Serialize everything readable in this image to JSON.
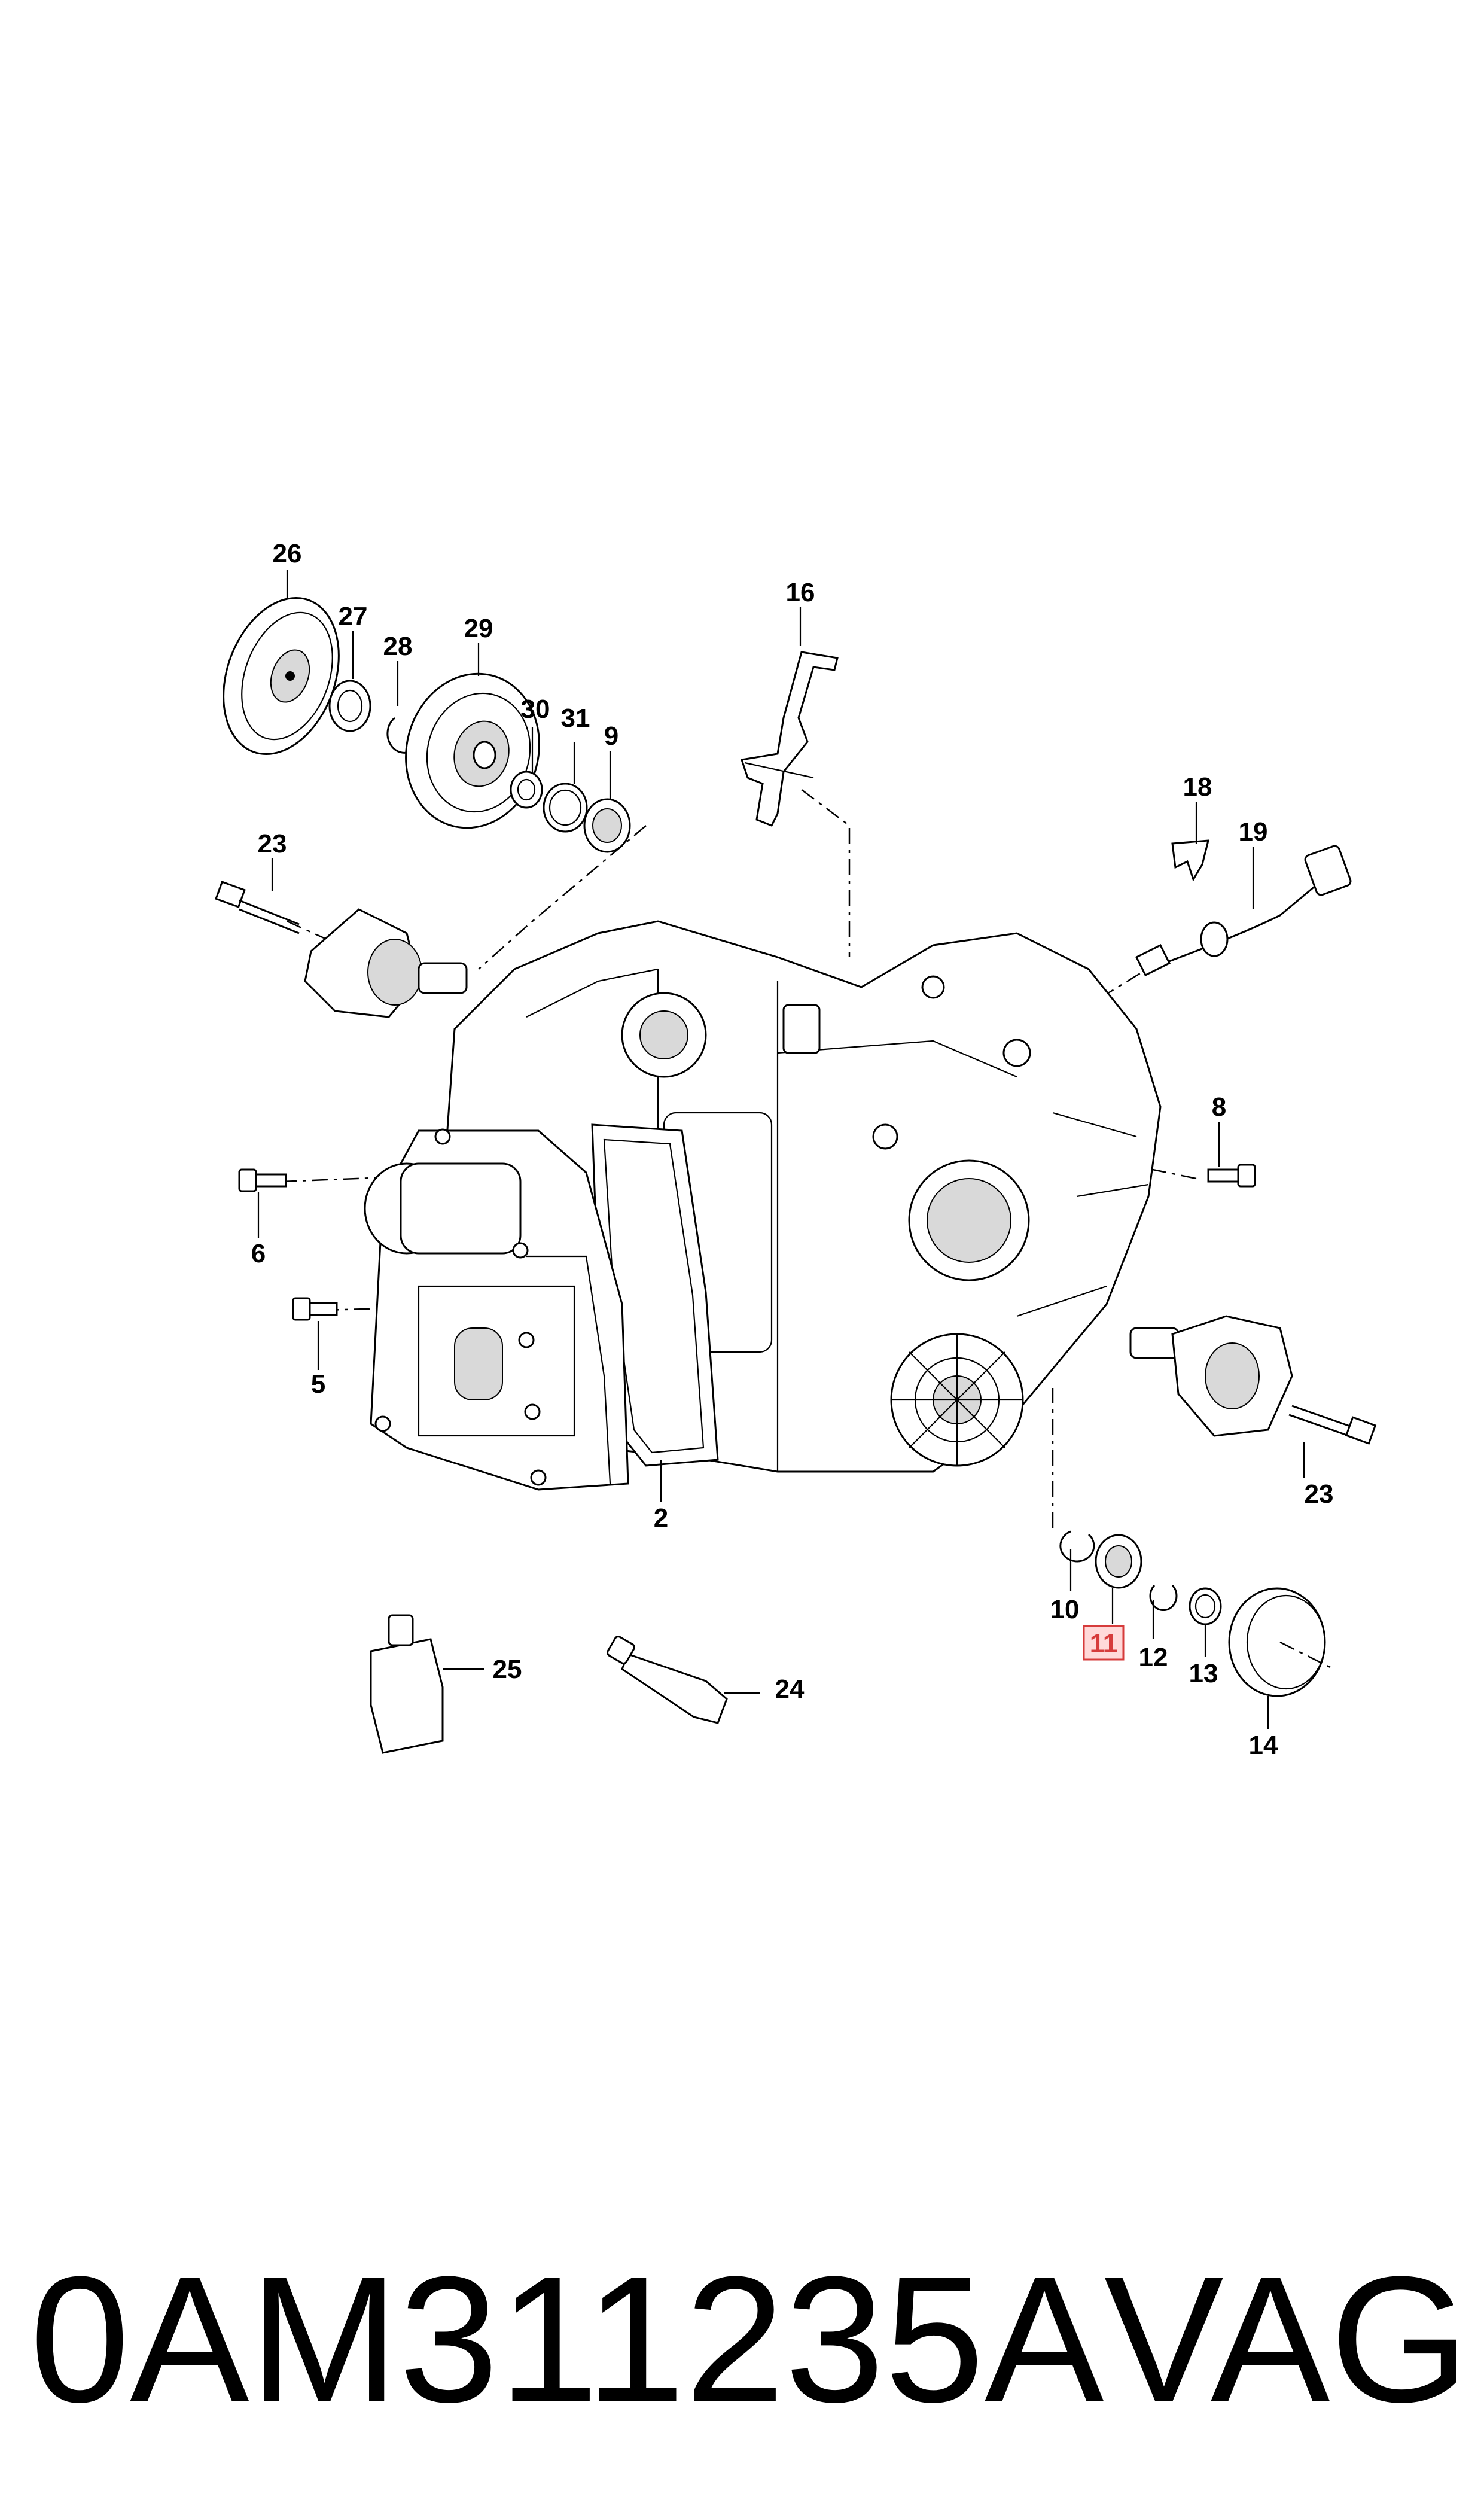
{
  "diagram": {
    "callouts": {
      "c26": "26",
      "c27": "27",
      "c28": "28",
      "c29": "29",
      "c30": "30",
      "c31": "31",
      "c9": "9",
      "c16": "16",
      "c18": "18",
      "c19": "19",
      "c23a": "23",
      "c23b": "23",
      "c8": "8",
      "c6": "6",
      "c5": "5",
      "c2": "2",
      "c10": "10",
      "c11": "11",
      "c12": "12",
      "c13": "13",
      "c14": "14",
      "c25": "25",
      "c24": "24"
    },
    "highlighted_callout": "11",
    "highlight_color": "#d63b3b"
  },
  "footer": {
    "part_number": "0AM311235A",
    "brand": "VAG"
  }
}
